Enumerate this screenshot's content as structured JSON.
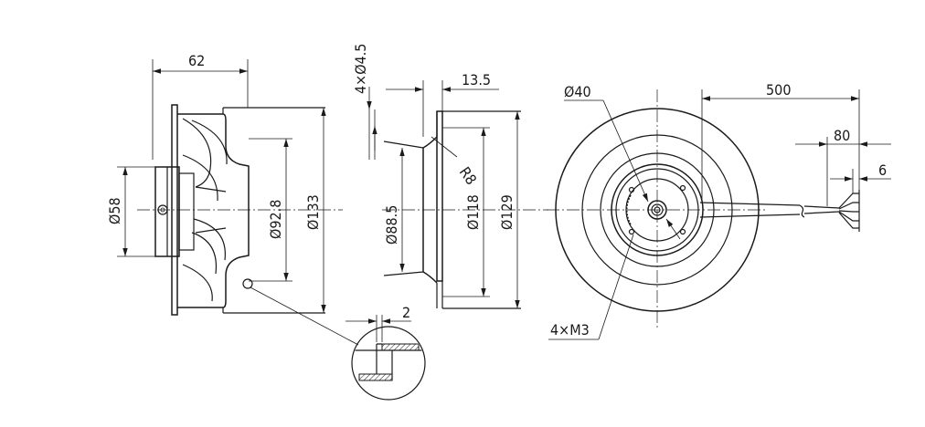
{
  "side_view": {
    "width_label": "62",
    "hub_dia_label": "Ø58",
    "inlet_dia_label": "Ø92.8",
    "outer_dia_label": "Ø133",
    "thickness_label": "2"
  },
  "inlet_ring": {
    "holes_label": "4×Ø4.5",
    "flange_label": "13.5",
    "radius_label": "R8",
    "inner_dia_label": "Ø88.5",
    "mid_dia_label": "Ø118",
    "outer_dia_label": "Ø129"
  },
  "front_view": {
    "hub_dia_label": "Ø40",
    "cable_length_label": "500",
    "strip_label": "80",
    "tip_label": "6",
    "screws_label": "4×M3"
  }
}
